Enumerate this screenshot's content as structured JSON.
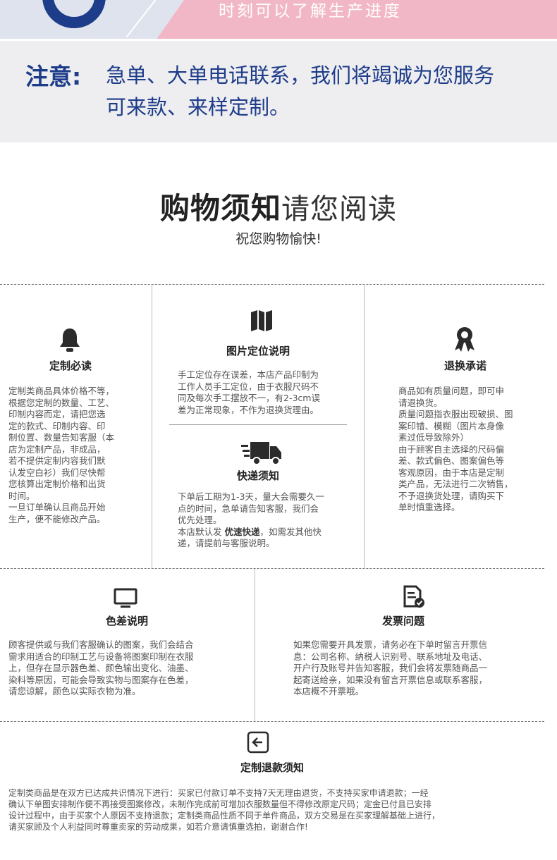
{
  "banner": {
    "text": "时刻可以了解生产进度"
  },
  "notice": {
    "lead": "注意:",
    "line1": "急单、大单电话联系，我们将竭诚为您服务",
    "line2": "可来款、来样定制。"
  },
  "heading": {
    "strong": "购物须知",
    "light": "请您阅读",
    "subtitle": "祝您购物愉快!"
  },
  "sections": {
    "custom_notice": {
      "icon": "bell-icon",
      "title": "定制必读",
      "text": "定制类商品具体价格不等，\n根据您定制的数量、工艺、\n印制内容而定，请把您选\n定的款式、印制内容、印\n制位置、数量告知客服（本\n店为定制产品，非成品，\n若不提供定制内容我们默\n认发空白衫）我们尽快帮\n您核算出定制价格和出货\n时间。\n一旦订单确认且商品开始\n生产，便不能修改产品。"
    },
    "image_position": {
      "icon": "map-icon",
      "title": "图片定位说明",
      "text": "手工定位存在误差，本店产品印制为\n工作人员手工定位，由于衣服尺码不\n同及每次手工摆放不一，有2-3cm误\n差为正常现象，不作为退换货理由。"
    },
    "shipping": {
      "icon": "delivery-truck-icon",
      "title": "快递须知",
      "text_before": "下单后工期为1-3天，量大会需要久一\n点的时间，急单请告知客服，我们会\n优先处理。\n本店默认发 ",
      "text_bold": "优速快递",
      "text_after": "，如需发其他快\n递，请提前与客服说明。"
    },
    "return_promise": {
      "icon": "award-ribbon-icon",
      "title": "退换承诺",
      "text": "商品如有质量问题，即可申\n请退换货。\n质量问题指衣服出现破损、图\n案印错、模糊（图片本身像\n素过低导致除外）\n由于顾客自主选择的尺码偏\n差、款式偏色、图案偏色等\n客观原因，由于本店是定制\n类产品，无法进行二次销售，\n不予退换货处理，请购买下\n单时慎重选择。"
    },
    "color_diff": {
      "icon": "monitor-icon",
      "title": "色差说明",
      "text": "顾客提供或与我们客服确认的图案，我们会结合\n需求用适合的印制工艺与设备将图案印制在衣服\n上，但存在显示器色差、颜色输出变化、油墨、\n染料等原因，可能会导致实物与图案存在色差，\n请您谅解，颜色以实际衣物为准。"
    },
    "invoice": {
      "icon": "invoice-check-icon",
      "title": "发票问题",
      "text": "如果您需要开具发票，请务必在下单时留言开票信\n息：公司名称、纳税人识别号、联系地址及电话、\n开户行及账号并告知客服，我们会将发票随商品一\n起寄送给亲，如果没有留言开票信息或联系客服，\n本店概不开票哦。"
    },
    "refund": {
      "icon": "return-arrow-icon",
      "title": "定制退款须知",
      "text": "定制类商品是在双方已达成共识情况下进行：买家已付款订单不支持7天无理由退货，不支持买家申请退款；一经\n确认下单图安排制作便不再接受图案修改，未制作完成前可增加衣服数量但不得修改原定尺码；定金已付且已安排\n设计过程中，由于买家个人原因不支持退款；定制类商品性质不同于单件商品，双方交易是在买家理解基础上进行，\n请买家顾及个人利益同时尊重卖家的劳动成果，如若介意请慎重选拍，谢谢合作!"
    }
  },
  "colors": {
    "brand_blue": "#1d3c8a",
    "banner_pink": "#f2b7c6",
    "notice_bg": "#eeeef0",
    "icon_dark": "#2b2b2b"
  }
}
